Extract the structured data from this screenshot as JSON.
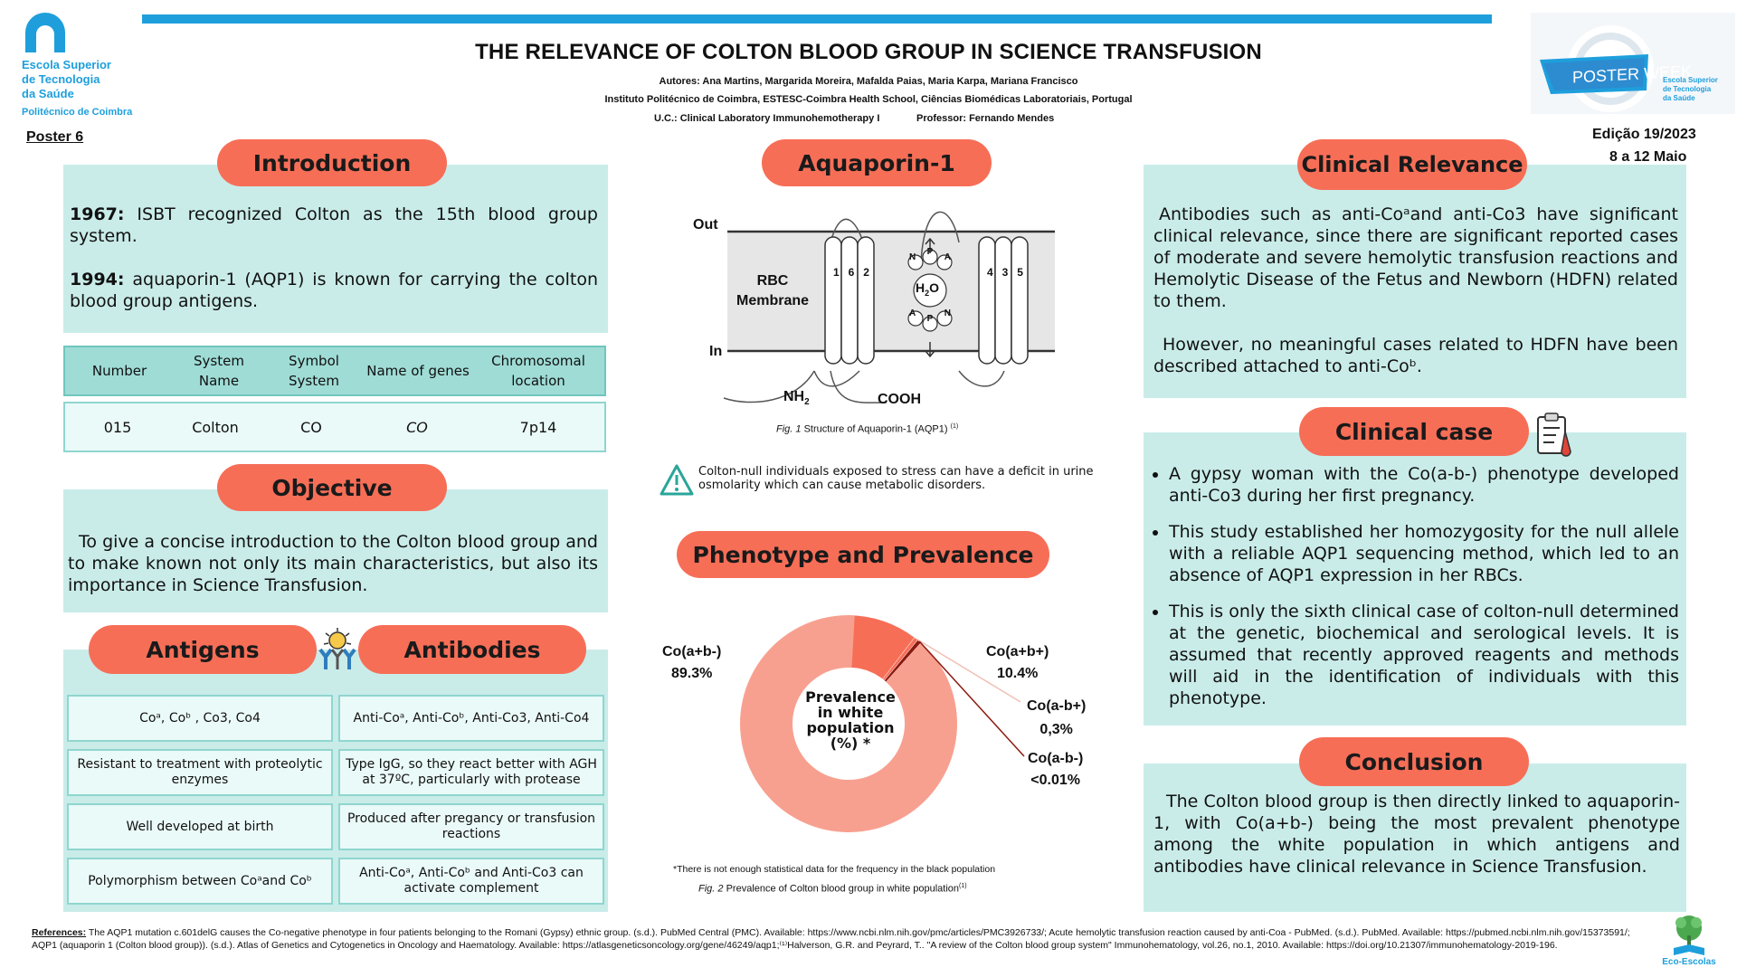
{
  "header": {
    "school_lines": [
      "Escola Superior",
      "de Tecnologia",
      "da Saúde"
    ],
    "school_sub": "Politécnico de Coimbra",
    "poster_no": "Poster 6",
    "title": "THE RELEVANCE OF COLTON BLOOD GROUP IN SCIENCE TRANSFUSION",
    "authors": "Autores:  Ana Martins, Margarida Moreira, Mafalda Paias, Maria Karpa, Mariana Francisco",
    "institution": "Instituto Politécnico de Coimbra, ESTESC-Coimbra Health School, Ciências Biomédicas Laboratoriais, Portugal",
    "uc": "U.C.: Clinical Laboratory Immunohemotherapy I",
    "professor": "Professor: Fernando Mendes",
    "logo_text": "POSTER WEEK",
    "logo_side": [
      "Escola Superior",
      "de Tecnologia",
      "da Saúde"
    ],
    "edition": "Edição 19/2023",
    "dates": "8 a 12 Maio"
  },
  "introduction": {
    "heading": "Introduction",
    "p1_year": "1967:",
    "p1_text": " ISBT recognized Colton as the 15th blood group system.",
    "p2_year": "1994:",
    "p2_text": " aquaporin-1 (AQP1) is known for carrying the colton blood group antigens."
  },
  "table": {
    "headers": [
      "Number",
      "System Name",
      "Symbol System",
      "Name of genes",
      "Chromosomal location"
    ],
    "row": [
      "015",
      "Colton",
      "CO",
      "CO",
      "7p14"
    ]
  },
  "objective": {
    "heading": "Objective",
    "text": "To give a concise introduction to the Colton blood group and to make known not only its main characteristics, but also its importance in Science Transfusion."
  },
  "antigens": {
    "heading": "Antigens",
    "c1": "Coᵃ, Coᵇ , Co3, Co4",
    "c2": "Resistant to treatment with proteolytic enzymes",
    "c3": "Well developed at birth",
    "c4": "Polymorphism between Coᵃand Coᵇ"
  },
  "antibodies": {
    "heading": "Antibodies",
    "c1": "Anti-Coᵃ, Anti-Coᵇ, Anti-Co3, Anti-Co4",
    "c2": "Type IgG, so they react better with AGH at 37ºC, particularly with protease",
    "c3": "Produced after pregancy or transfusion reactions",
    "c4": "Anti-Coᵃ, Anti-Coᵇ and Anti-Co3 can activate complement"
  },
  "aquaporin": {
    "heading": "Aquaporin-1",
    "out": "Out",
    "in": "In",
    "membrane": [
      "RBC",
      "Membrane"
    ],
    "nh2": "NH",
    "nh2_sub": "2",
    "cooh": "COOH",
    "helices_left": [
      "1",
      "6",
      "2"
    ],
    "helices_right": [
      "4",
      "3",
      "5"
    ],
    "center": "H",
    "center_sub": "2",
    "center_o": "O",
    "npa": [
      "N",
      "P",
      "A"
    ],
    "apn": [
      "A",
      "P",
      "N"
    ],
    "fig_label": "Fig. 1",
    "fig_text": " Structure of Aquaporin-1 (AQP1)",
    "fig_ref": "(1)",
    "warning": "Colton-null individuals exposed to stress can have a deficit in urine osmolarity which can cause metabolic disorders."
  },
  "phenotype": {
    "heading": "Phenotype and Prevalence",
    "center": [
      "Prevalence",
      "in white",
      "population",
      "(%) *"
    ],
    "note": "*There is not enough statistical data for the frequency in the black population",
    "fig_label": "Fig. 2",
    "fig_text": " Prevalence of Colton blood group in white population",
    "fig_ref": "(1)"
  },
  "chart_data": {
    "type": "pie",
    "title": "Prevalence in white population (%) *",
    "categories": [
      "Co(a+b-)",
      "Co(a+b+)",
      "Co(a-b+)",
      "Co(a-b-)"
    ],
    "values": [
      89.3,
      10.4,
      0.3,
      0.01
    ],
    "labels": [
      "89.3%",
      "10.4%",
      "0,3%",
      "<0.01%"
    ],
    "colors": [
      "#f8a090",
      "#f76e57",
      "#f76e57",
      "#8b1a10"
    ]
  },
  "clinical_relevance": {
    "heading": "Clinical Relevance",
    "p1": "Antibodies such as anti-Coᵃand anti-Co3 have significant clinical relevance, since there are significant reported cases of moderate and severe hemolytic transfusion reactions and Hemolytic Disease of the Fetus and Newborn (HDFN) related to them.",
    "p2": "However, no meaningful cases related to HDFN have been described attached to anti-Coᵇ."
  },
  "clinical_case": {
    "heading": "Clinical case",
    "items": [
      "A gypsy woman with the Co(a-b-) phenotype developed anti-Co3 during her first pregnancy.",
      "This study established her homozygosity for the null allele with a reliable AQP1 sequencing method, which led to an absence of AQP1 expression in her RBCs.",
      "This is only the sixth clinical case of colton-null determined at the genetic, biochemical and serological levels. It is assumed that recently approved reagents and methods will aid in the identification of individuals with this phenotype."
    ]
  },
  "conclusion": {
    "heading": "Conclusion",
    "text": "The Colton blood group is then directly linked to aquaporin-1, with Co(a+b-) being the most prevalent phenotype among the white population in which antigens and antibodies have clinical relevance in Science Transfusion."
  },
  "references": {
    "label": "References:",
    "text": " The AQP1 mutation c.601delG causes the Co-negative phenotype in four patients belonging to the Romani (Gypsy) ethnic group. (s.d.). PubMed Central (PMC).  Available: https://www.ncbi.nlm.nih.gov/pmc/articles/PMC3926733/; Acute hemolytic transfusion reaction caused by anti-Coa - PubMed. (s.d.). PubMed. Available: https://pubmed.ncbi.nlm.nih.gov/15373591/; AQP1 (aquaporin 1 (Colton blood group)). (s.d.). Atlas of Genetics and Cytogenetics in Oncology and Haematology. Available: https://atlasgeneticsoncology.org/gene/46249/aqp1;⁽¹⁾Halverson, G.R. and Peyrard, T.. \"A review of the Colton blood group system\" Immunohematology, vol.26, no.1, 2010. Available: https://doi.org/10.21307/immunohematology-2019-196.",
    "eco": "Eco-Escolas"
  },
  "colors": {
    "accent": "#f76e57",
    "panel": "#c9ece9",
    "bar": "#1e9fdc",
    "table_head": "#9fdcd6"
  }
}
